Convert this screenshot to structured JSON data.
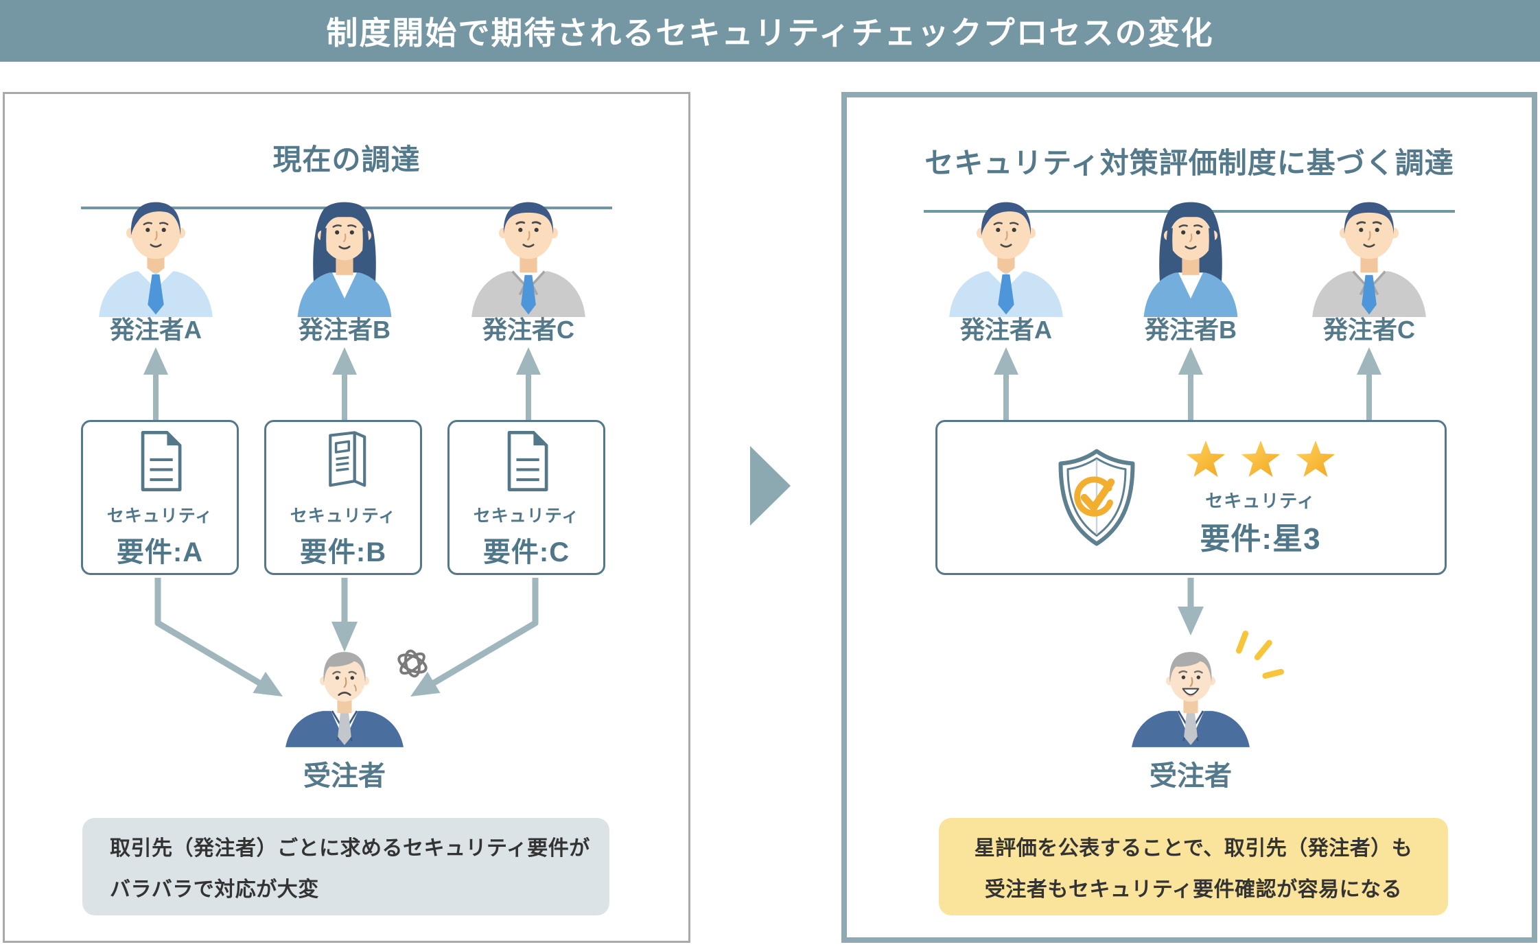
{
  "title": "制度開始で期待されるセキュリティチェックプロセスの変化",
  "left_panel": {
    "header": "現在の調達",
    "orderers": [
      {
        "label": "発注者A"
      },
      {
        "label": "発注者B"
      },
      {
        "label": "発注者C"
      }
    ],
    "requirement_cards": [
      {
        "icon": "document-icon",
        "line1": "セキュリティ",
        "line2": "要件:A"
      },
      {
        "icon": "booklet-icon",
        "line1": "セキュリティ",
        "line2": "要件:B"
      },
      {
        "icon": "document-icon",
        "line1": "セキュリティ",
        "line2": "要件:C"
      }
    ],
    "contractor_label": "受注者",
    "note": {
      "line1": "取引先（発注者）ごとに求めるセキュリティ要件が",
      "line2": "バラバラで対応が大変"
    }
  },
  "right_panel": {
    "header": "セキュリティ対策評価制度に基づく調達",
    "orderers": [
      {
        "label": "発注者A"
      },
      {
        "label": "発注者B"
      },
      {
        "label": "発注者C"
      }
    ],
    "rating_card": {
      "icon": "shield-check-icon",
      "stars": 3,
      "star_icon": "star-icon",
      "line1": "セキュリティ",
      "line2": "要件:星3"
    },
    "contractor_label": "受注者",
    "note": {
      "line1": "星評価を公表することで、取引先（発注者）も",
      "line2": "受注者もセキュリティ要件確認が容易になる"
    }
  },
  "colors": {
    "title_bar_bg": "#7597A3",
    "title_text": "#FFFFFF",
    "heading_text": "#54798B",
    "card_border": "#54788A",
    "arrow": "#9FB6BD",
    "transition_arrow": "#8CA9B2",
    "right_panel_border": "#8FA8B1",
    "left_panel_border": "#A9A9A9",
    "note_gray_bg": "#DBE3E7",
    "note_yellow_bg": "#FAE49C",
    "note_text": "#333333",
    "star_gold": "#F5A623",
    "check_orange": "#F2AE2E"
  }
}
